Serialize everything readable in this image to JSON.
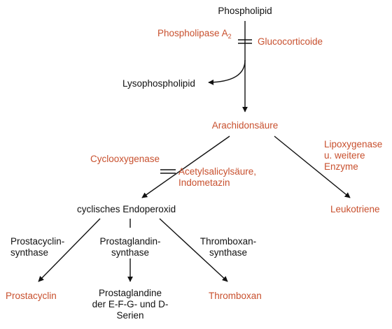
{
  "colors": {
    "text": "#111111",
    "enzyme": "#c8502e",
    "line": "#111111"
  },
  "nodes": {
    "phospholipid": "Phospholipid",
    "lysophospholipid": "Lysophospholipid",
    "arachidonic_acid": "Arachidonsäure",
    "endoperoxide": "cyclisches Endoperoxid",
    "leukotriene": "Leukotriene",
    "prostacyclin": "Prostacyclin",
    "prostaglandins_line1": "Prostaglandine",
    "prostaglandins_line2": "der E-F-G- und D-",
    "prostaglandins_line3": "Serien",
    "thromboxane": "Thromboxan"
  },
  "enzymes": {
    "phospholipase": "Phospholipase A",
    "phospholipase_sub": "2",
    "cyclooxygenase": "Cyclooxygenase",
    "lipoxygenase_line1": "Lipoxygenase",
    "lipoxygenase_line2": "u. weitere",
    "lipoxygenase_line3": "Enzyme",
    "prostacyclin_synthase_line1": "Prostacyclin-",
    "prostacyclin_synthase_line2": "synthase",
    "prostaglandin_synthase_line1": "Prostaglandin-",
    "prostaglandin_synthase_line2": "synthase",
    "thromboxane_synthase_line1": "Thromboxan-",
    "thromboxane_synthase_line2": "synthase"
  },
  "inhibitors": {
    "glucocorticoids": "Glucocorticoide",
    "nsaid_line1": "Acetylsalicylsäure,",
    "nsaid_line2": "Indometazin"
  }
}
